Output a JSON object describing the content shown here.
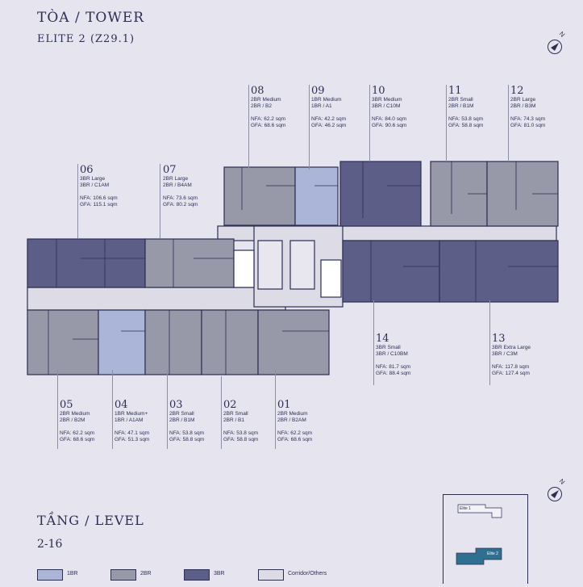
{
  "tower": {
    "title": "TÒA / TOWER",
    "subtitle": "ELITE 2 (Z29.1)"
  },
  "level": {
    "title": "TẦNG / LEVEL",
    "range": "2-16"
  },
  "units": [
    {
      "num": "08",
      "type": "2BR Medium",
      "code": "2BR / B2",
      "nfa": "NFA: 62.2 sqm",
      "gfa": "GFA: 68.6 sqm"
    },
    {
      "num": "09",
      "type": "1BR Medium",
      "code": "1BR / A1",
      "nfa": "NFA: 42.2 sqm",
      "gfa": "GFA: 46.2 sqm"
    },
    {
      "num": "10",
      "type": "3BR Medium",
      "code": "3BR / C10M",
      "nfa": "NFA: 84.0 sqm",
      "gfa": "GFA: 90.6 sqm"
    },
    {
      "num": "11",
      "type": "2BR Small",
      "code": "2BR / B1M",
      "nfa": "NFA: 53.8 sqm",
      "gfa": "GFA: 58.8 sqm"
    },
    {
      "num": "12",
      "type": "2BR Large",
      "code": "2BR / B3M",
      "nfa": "NFA: 74.3 sqm",
      "gfa": "GFA: 81.0 sqm"
    },
    {
      "num": "06",
      "type": "3BR Large",
      "code": "3BR / C1AM",
      "nfa": "NFA: 106.6 sqm",
      "gfa": "GFA: 115.1 sqm"
    },
    {
      "num": "07",
      "type": "2BR Large",
      "code": "2BR / B4AM",
      "nfa": "NFA: 73.6 sqm",
      "gfa": "GFA: 80.2 sqm"
    },
    {
      "num": "14",
      "type": "3BR Small",
      "code": "3BR / C10BM",
      "nfa": "NFA: 81.7 sqm",
      "gfa": "GFA: 88.4 sqm"
    },
    {
      "num": "13",
      "type": "3BR Extra Large",
      "code": "3BR / C3M",
      "nfa": "NFA: 117.8 sqm",
      "gfa": "GFA: 127.4 sqm"
    },
    {
      "num": "05",
      "type": "2BR Medium",
      "code": "2BR / B2M",
      "nfa": "NFA: 62.2 sqm",
      "gfa": "GFA: 68.6 sqm"
    },
    {
      "num": "04",
      "type": "1BR Medium+",
      "code": "1BR / A1AM",
      "nfa": "NFA: 47.1 sqm",
      "gfa": "GFA: 51.3 sqm"
    },
    {
      "num": "03",
      "type": "2BR Small",
      "code": "2BR / B1M",
      "nfa": "NFA: 53.8 sqm",
      "gfa": "GFA: 58.8 sqm"
    },
    {
      "num": "02",
      "type": "2BR Small",
      "code": "2BR / B1",
      "nfa": "NFA: 53.8 sqm",
      "gfa": "GFA: 58.8 sqm"
    },
    {
      "num": "01",
      "type": "2BR Medium",
      "code": "2BR / B2AM",
      "nfa": "NFA: 62.2 sqm",
      "gfa": "GFA: 68.6 sqm"
    }
  ],
  "legend": [
    {
      "label": "1BR",
      "color": "#aab5d8"
    },
    {
      "label": "2BR",
      "color": "#9799a8"
    },
    {
      "label": "3BR",
      "color": "#5d5e88"
    },
    {
      "label": "Corridor/Others",
      "color": "#dcdbe6"
    }
  ],
  "keymap": {
    "elite1": "Elite 1",
    "elite2": "Elite 2"
  },
  "colors": {
    "background": "#e6e5ef",
    "wall": "#2c2e55",
    "highlight": "#2f6f8f"
  }
}
